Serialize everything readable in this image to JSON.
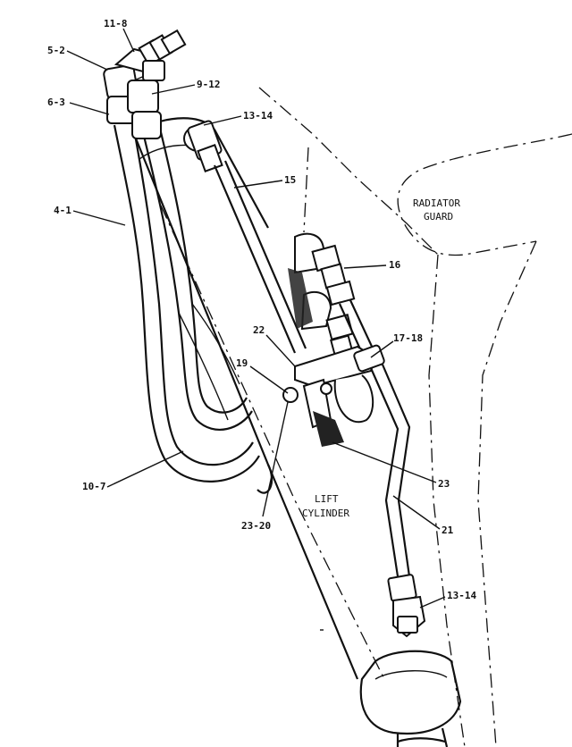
{
  "labels": {
    "l_11_8": "11-8",
    "l_5_2": "5-2",
    "l_9_12": "9-12",
    "l_6_3": "6-3",
    "l_13_14_top": "13-14",
    "l_15": "15",
    "l_4_1": "4-1",
    "l_16": "16",
    "l_22": "22",
    "l_17_18": "17-18",
    "l_19": "19",
    "l_10_7": "10-7",
    "l_23": "23",
    "l_23_20": "23-20",
    "l_21": "21",
    "l_13_14_bottom": "13-14"
  },
  "annotations": {
    "radiator_guard_line1": "RADIATOR",
    "radiator_guard_line2": "GUARD",
    "lift_cylinder_line1": "LIFT",
    "lift_cylinder_line2": "CYLINDER"
  }
}
